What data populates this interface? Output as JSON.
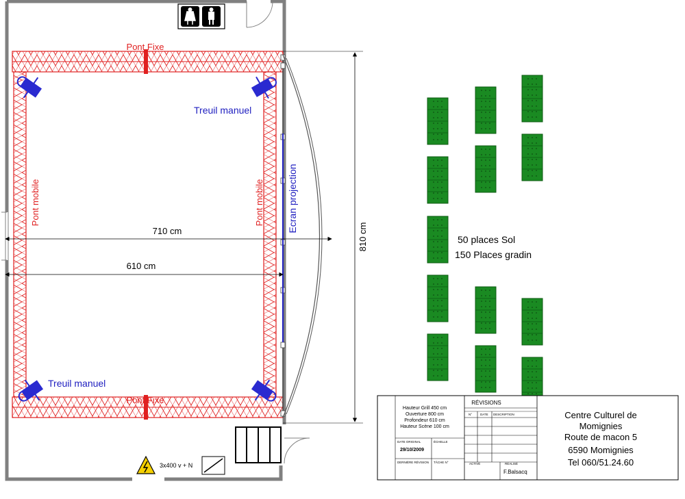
{
  "labels": {
    "pont_fixe_top": "Pont Fixe",
    "pont_fixe_bottom": "Pont Fixe",
    "pont_mobile_left": "Pont mobile",
    "pont_mobile_right": "Pont mobile",
    "treuil_top": "Treuil manuel",
    "treuil_bottom": "Treuil manuel",
    "ecran": "Ecran projection",
    "power": "3x400 v + N"
  },
  "dimensions": {
    "width_outer": "710 cm",
    "width_inner": "610 cm",
    "depth": "810 cm"
  },
  "seating": {
    "sol": "50 places Sol",
    "gradin": "150 Places gradin"
  },
  "title_block": {
    "specs": [
      "Hauteur Grill 450 cm",
      "Ouverture 800 cm",
      "Profondeur 610 cm",
      "Hauteur Scène 100 cm"
    ],
    "revisions_title": "RÉVISIONS",
    "rev_headers": [
      "N°",
      "DATE",
      "DESCRIPTION"
    ],
    "date_original_label": "DATE ORIGINAL",
    "date_original": "29/10/2009",
    "echelle_label": "ÉCHELLE",
    "derniere_revision_label": "DERNIÈRE RÉVISION",
    "tache_label": "TÂCHE N°",
    "active_label": "ACTIVÉ",
    "realise_label": "RÉALISÉ",
    "author": "F.Balsacq",
    "venue_lines": [
      "Centre Culturel de",
      "Momignies",
      "Route de macon 5",
      "6590 Momignies",
      "Tel 060/51.24.60"
    ]
  },
  "colors": {
    "truss": "#e02020",
    "winch": "#2a2ad0",
    "seat_block": "#1a8a22",
    "wall": "#808080"
  },
  "icons": [
    "restroom-icon",
    "high-voltage-icon"
  ]
}
